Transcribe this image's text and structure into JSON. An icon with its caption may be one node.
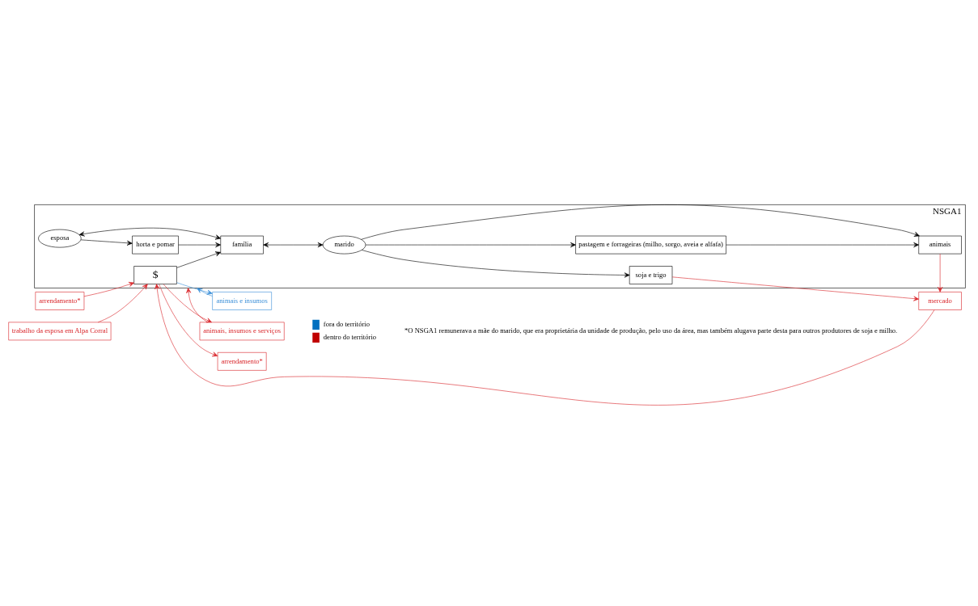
{
  "diagram": {
    "nodes": [
      {
        "text": [
          "NSGA1"
        ]
      },
      {
        "text": [
          "animais e insumos"
        ]
      },
      {
        "text": [
          "animais, insumos e serviços"
        ]
      },
      {
        "text": [
          "horta e pomar"
        ],
        "in": 0
      },
      {
        "text": [
          "esposa"
        ],
        "in": 0
      },
      {
        "text": [
          "família"
        ],
        "in": 0
      },
      {
        "text": [
          "$"
        ],
        "in": 0
      },
      {
        "text": [
          "marido"
        ],
        "in": 0
      },
      {
        "text": [
          "soja e trigo"
        ],
        "in": 0
      },
      {
        "text": [
          "pastagem e forrageiras (milho, sorgo, aveia e alfafa)"
        ],
        "in": 0
      },
      {
        "text": [
          "animais"
        ],
        "in": 0
      },
      {
        "text": [
          "arrendamento*"
        ]
      },
      {
        "text": [
          "arrendamento*"
        ]
      },
      {
        "text": [
          "trabalho da esposa em Alpa Corral"
        ]
      },
      {
        "text": [
          "mercado"
        ]
      }
    ],
    "edges": [
      {
        "from": 6,
        "to": 1,
        "arrow": "to",
        "color": "#3a8fd8"
      },
      {
        "from": 1,
        "to": 0,
        "arrow": "to",
        "color": "#3a8fd8"
      },
      {
        "from": 6,
        "to": 2,
        "arrow": "to",
        "color": "#d9262b"
      },
      {
        "from": 2,
        "to": 0,
        "arrow": "to",
        "color": "#d9262b"
      },
      {
        "from": 4,
        "to": 3,
        "arrow": "to"
      },
      {
        "from": 4,
        "to": 5,
        "arrow": "both"
      },
      {
        "from": 3,
        "to": 5,
        "arrow": "to"
      },
      {
        "from": 6,
        "to": 5,
        "arrow": "to"
      },
      {
        "from": 5,
        "to": 7,
        "arrow": "both"
      },
      {
        "from": 7,
        "to": 8,
        "arrow": "to"
      },
      {
        "from": 7,
        "to": 9,
        "arrow": "to"
      },
      {
        "from": 7,
        "to": 10,
        "arrow": "to"
      },
      {
        "from": 9,
        "to": 10,
        "arrow": "to"
      },
      {
        "from": 6,
        "to": 11,
        "arrow": "to",
        "color": "#d9262b"
      },
      {
        "from": 12,
        "to": 6,
        "arrow": "to",
        "color": "#d9262b"
      },
      {
        "from": 13,
        "to": 6,
        "arrow": "to",
        "color": "#d9262b"
      },
      {
        "from": 14,
        "to": 6,
        "arrow": "to",
        "color": "#d9262b"
      },
      {
        "from": 8,
        "to": 14,
        "arrow": "to",
        "color": "#d9262b"
      },
      {
        "from": 10,
        "to": 14,
        "arrow": "to",
        "color": "#d9262b"
      }
    ],
    "labels": [
      "*O NSGA1 remunerava a mãe do marido, que era proprietária da unidade de produção, pelo uso da área, mas também alugava parte desta para outros produtores de soja e milho."
    ],
    "legend": [
      {
        "text": "fora do território",
        "color": "#0070c0"
      },
      {
        "text": "dentro do território",
        "color": "#c00000"
      }
    ]
  }
}
